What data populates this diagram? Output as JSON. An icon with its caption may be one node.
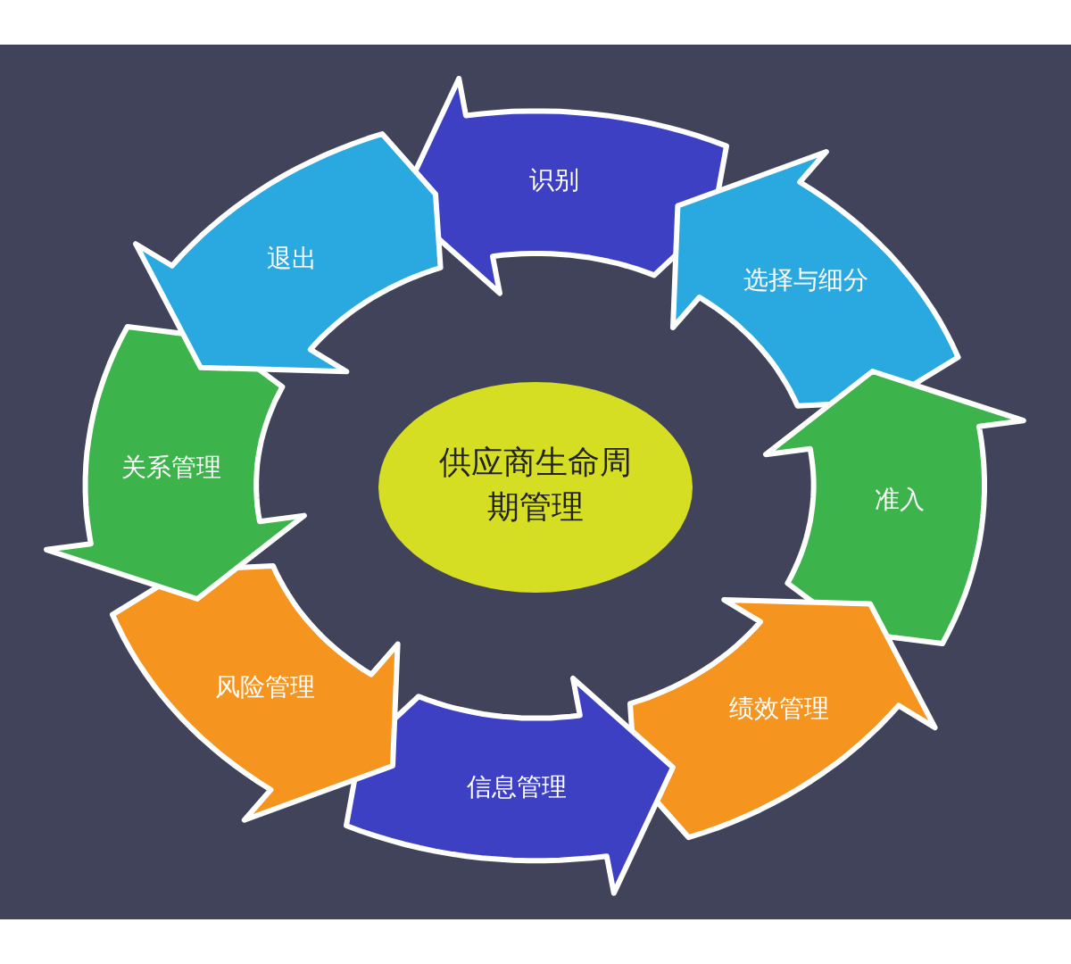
{
  "diagram": {
    "nodes": [
      {
        "text": [
          "供应商生命周期管理"
        ]
      },
      {
        "text": [
          "识别"
        ]
      },
      {
        "text": [
          "选择与细分"
        ]
      },
      {
        "text": [
          "准入"
        ]
      },
      {
        "text": [
          "绩效管理"
        ]
      },
      {
        "text": [
          "信息管理"
        ]
      },
      {
        "text": [
          "风险管理"
        ]
      },
      {
        "text": [
          "关系管理"
        ]
      },
      {
        "text": [
          "退出"
        ]
      }
    ]
  }
}
